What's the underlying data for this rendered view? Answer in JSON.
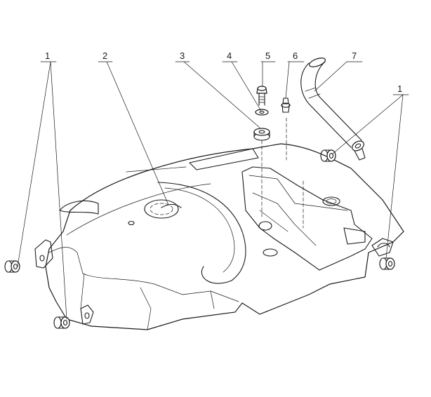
{
  "callouts": [
    {
      "id": "1",
      "text": "1"
    },
    {
      "id": "2",
      "text": "2"
    },
    {
      "id": "3",
      "text": "3"
    },
    {
      "id": "4",
      "text": "4"
    },
    {
      "id": "5",
      "text": "5"
    },
    {
      "id": "6",
      "text": "6"
    },
    {
      "id": "7",
      "text": "7"
    },
    {
      "id": "1b",
      "text": "1"
    }
  ]
}
